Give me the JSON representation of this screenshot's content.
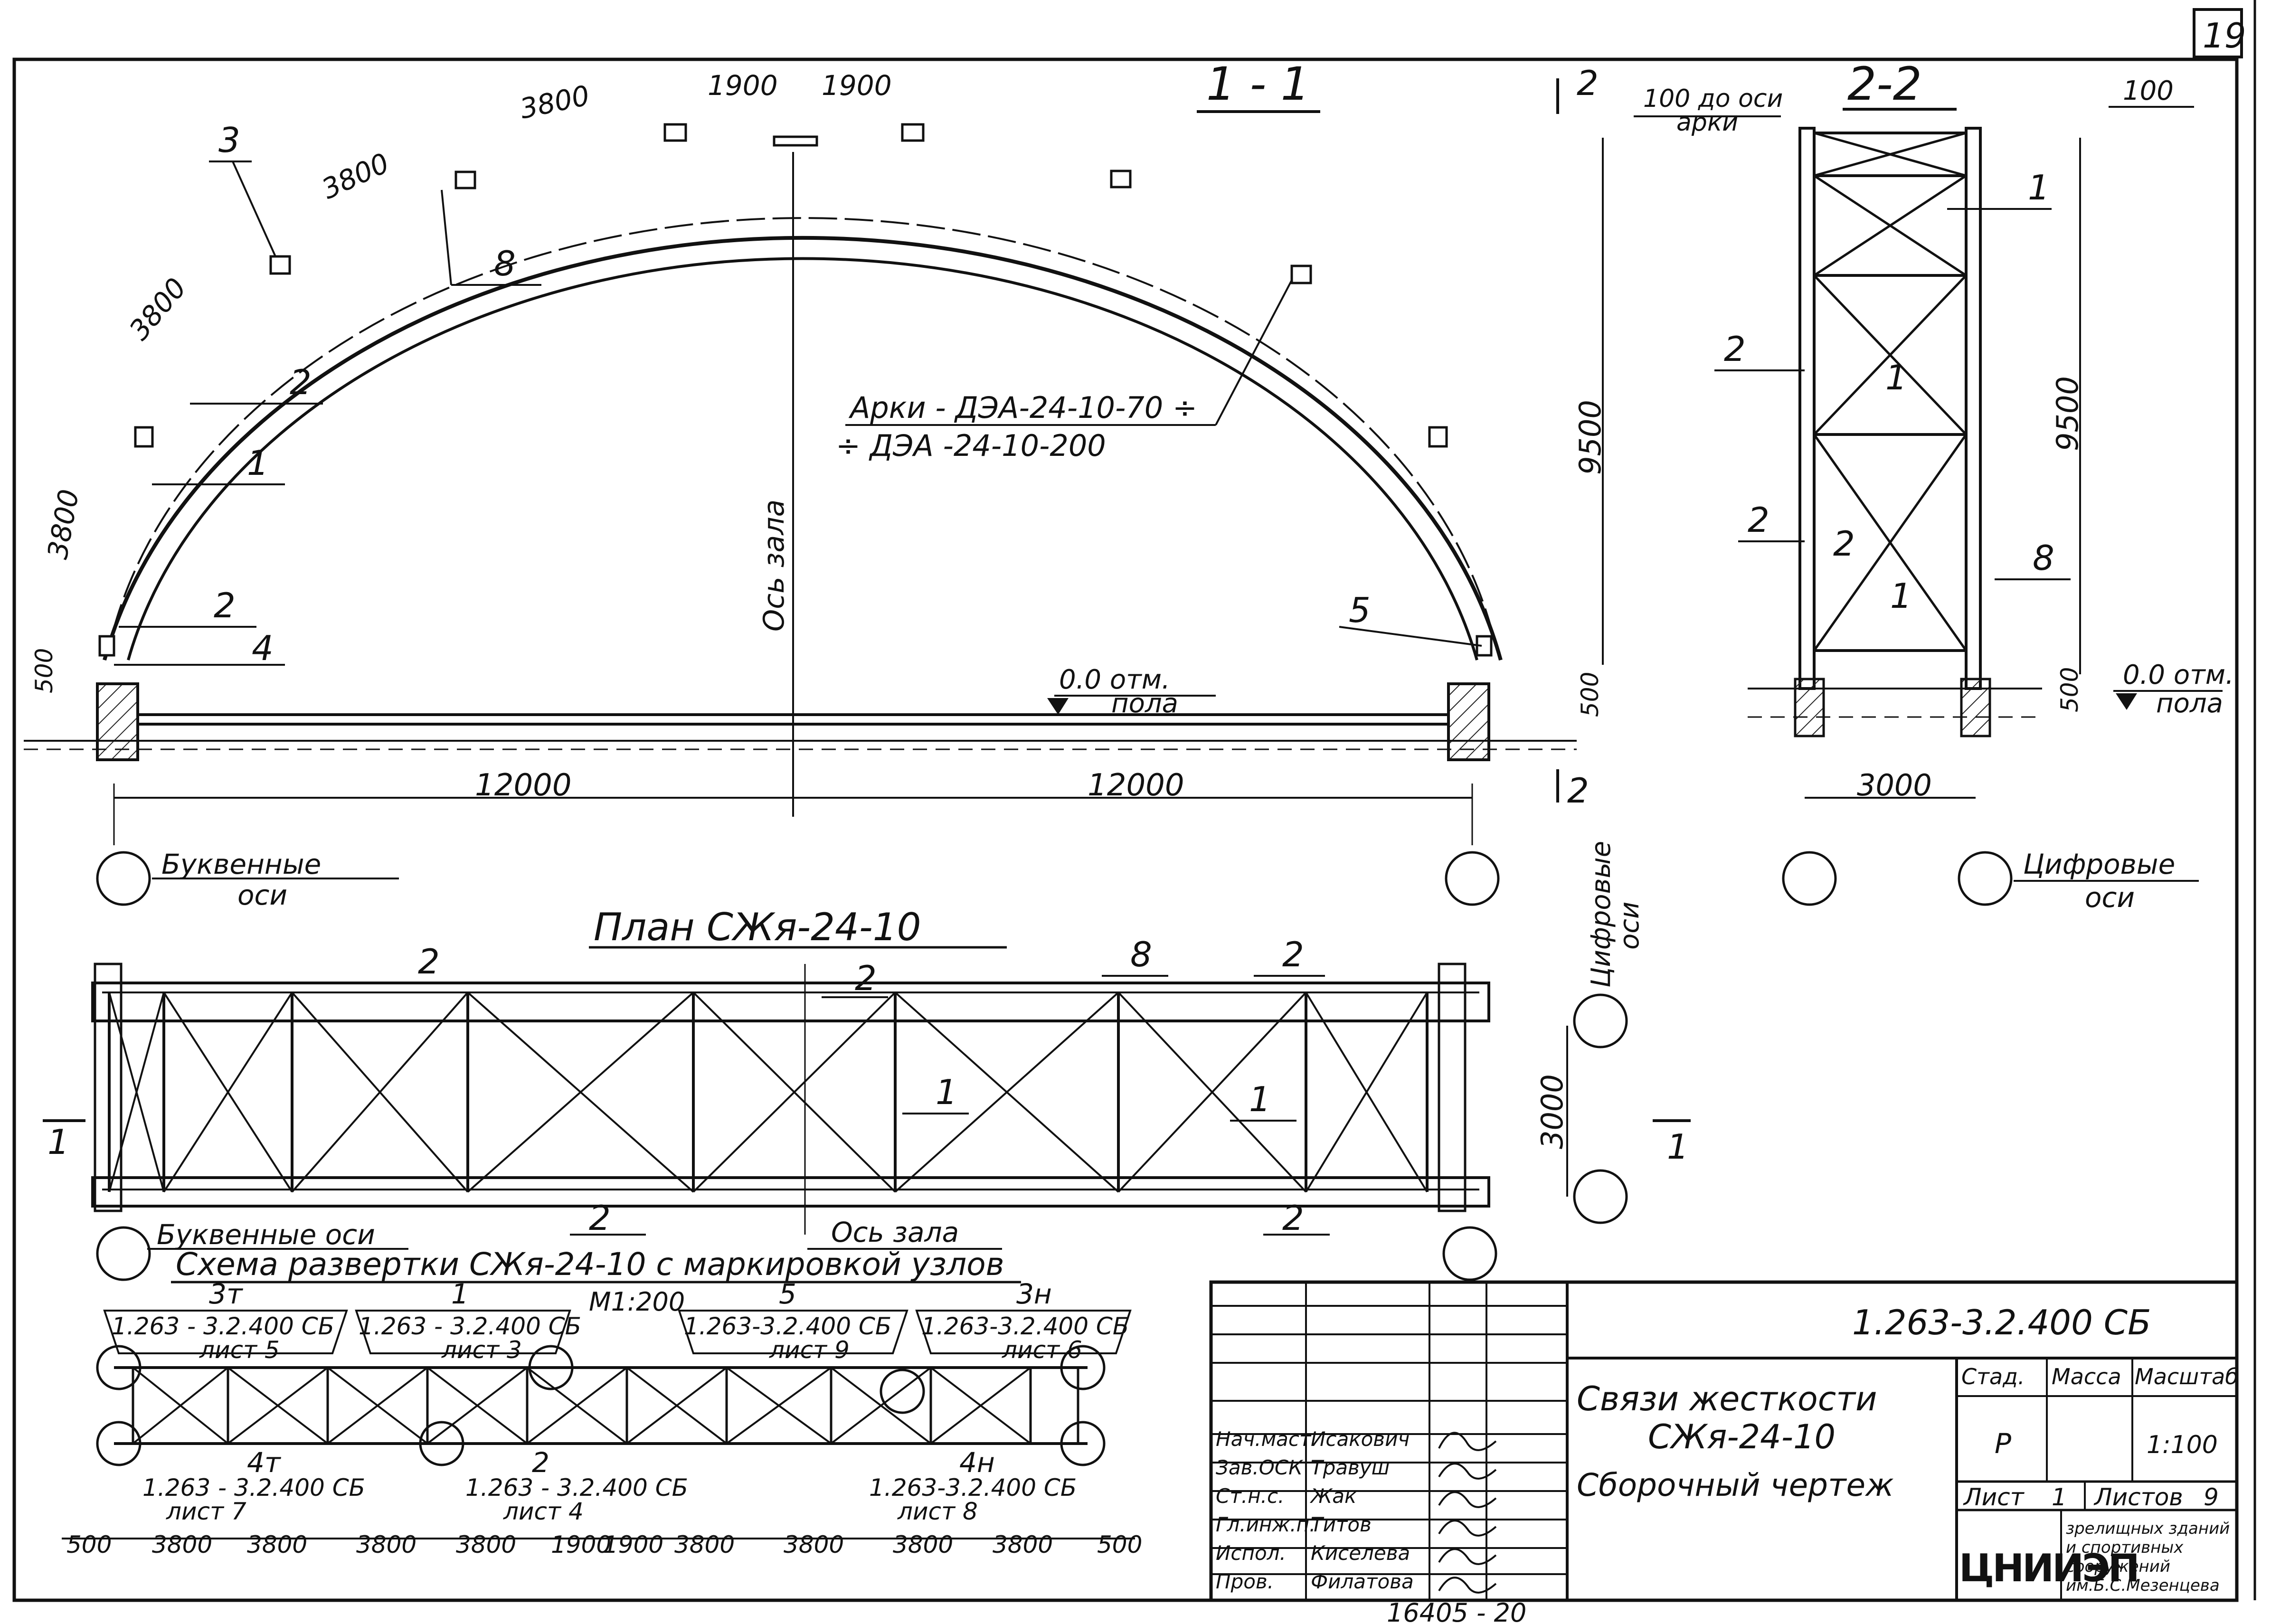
{
  "sheet_number": "19",
  "section_1_1": {
    "title": "1 - 1",
    "top_dims": [
      "3800",
      "3800",
      "3800",
      "3800",
      "1900",
      "1900"
    ],
    "arch_label_line1": "Арки - ДЭА-24-10-70 ÷",
    "arch_label_line2": "÷ ДЭА -24-10-200",
    "hall_axis": "Ось зала",
    "level_value": "0.0 отм.",
    "level_name": "пола",
    "height_dim": "9500",
    "base_dim_left": "500",
    "base_dim_right": "500",
    "span_left": "12000",
    "span_right": "12000",
    "axis_offset": "100 до оси",
    "axis_offset2": "арки",
    "cut_mark": "2",
    "letter_axes_1": "Буквенные",
    "letter_axes_2": "оси",
    "callouts": [
      "3",
      "8",
      "2",
      "1",
      "2",
      "4",
      "5"
    ]
  },
  "section_2_2": {
    "title": "2-2",
    "top_dim": "100",
    "height_dim": "9500",
    "base_dim": "500",
    "width_dim": "3000",
    "level_value": "0.0 отм.",
    "level_name": "пола",
    "digit_axes_1": "Цифровые",
    "digit_axes_2": "оси",
    "callouts": [
      "1",
      "2",
      "1",
      "2",
      "2",
      "8",
      "1"
    ]
  },
  "plan": {
    "title": "План СЖя-24-10",
    "width_dim": "3000",
    "cut_mark": "1",
    "digit_axes_1": "Цифровые",
    "digit_axes_2": "оси",
    "letter_axes": "Буквенные оси",
    "hall_axis": "Ось зала",
    "callouts": [
      "2",
      "2",
      "8",
      "2",
      "1",
      "1",
      "2",
      "2"
    ]
  },
  "scheme": {
    "title": "Схема развертки СЖя-24-10 с маркировкой узлов",
    "scale": "М1:200",
    "nodes_top": [
      {
        "mark": "3т",
        "ref": "1.263 - 3.2.400 СБ",
        "sheet": "лист 5"
      },
      {
        "mark": "1",
        "ref": "1.263 - 3.2.400 СБ",
        "sheet": "лист 3"
      },
      {
        "mark": "5",
        "ref": "1.263-3.2.400 СБ",
        "sheet": "лист 9"
      },
      {
        "mark": "3н",
        "ref": "1.263-3.2.400 СБ",
        "sheet": "лист 6"
      }
    ],
    "nodes_bottom": [
      {
        "mark": "4т",
        "ref": "1.263 - 3.2.400 СБ",
        "sheet": "лист 7"
      },
      {
        "mark": "2",
        "ref": "1.263 - 3.2.400 СБ",
        "sheet": "лист 4"
      },
      {
        "mark": "4н",
        "ref": "1.263-3.2.400 СБ",
        "sheet": "лист 8"
      }
    ],
    "dims": [
      "500",
      "3800",
      "3800",
      "3800",
      "3800",
      "1900",
      "1900",
      "3800",
      "3800",
      "3800",
      "3800",
      "500"
    ]
  },
  "title_block": {
    "code": "1.263-3.2.400 СБ",
    "name_line1": "Связи жесткости",
    "name_line2": "СЖя-24-10",
    "name_line3": "Сборочный чертеж",
    "stage_header": "Стад.",
    "mass_header": "Масса",
    "scale_header": "Масштаб",
    "stage": "Р",
    "scale": "1:100",
    "sheet_label": "Лист",
    "sheet_no": "1",
    "sheets_label": "Листов",
    "sheets_total": "9",
    "org_logo": "ЦНИИЭП",
    "org_line1": "зрелищных зданий",
    "org_line2": "и спортивных",
    "org_line3": "сооружений",
    "org_line4": "им.Б.С.Мезенцева",
    "staff": [
      {
        "role": "Нач.маст.",
        "name": "Исакович"
      },
      {
        "role": "Зав.ОСК",
        "name": "Травуш"
      },
      {
        "role": "Ст.н.с.",
        "name": "Жак"
      },
      {
        "role": "Гл.инж.п.",
        "name": "Титов"
      },
      {
        "role": "Испол.",
        "name": "Киселева"
      },
      {
        "role": "Пров.",
        "name": "Филатова"
      }
    ]
  },
  "bottom_stamp": "16405 - 20"
}
